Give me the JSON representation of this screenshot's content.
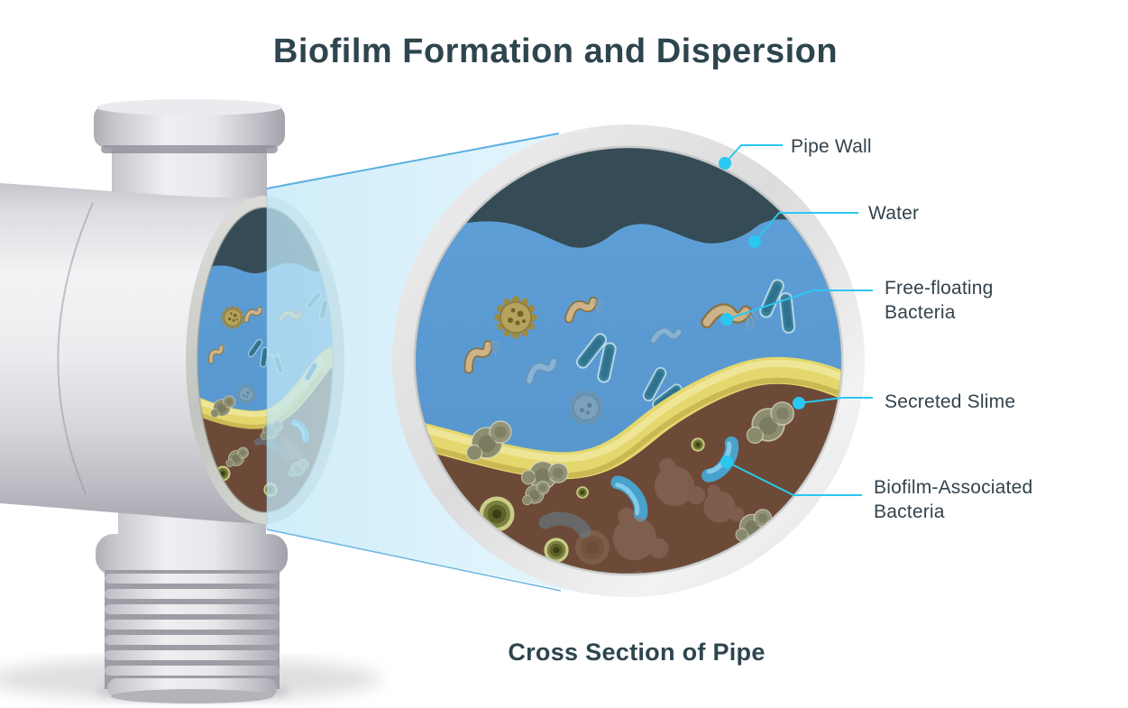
{
  "title": "Biofilm Formation and Dispersion",
  "caption": "Cross Section of Pipe",
  "colors": {
    "accent": "#2bc7f1",
    "heading_text": "#2e454e",
    "label_text": "#33424b",
    "pipe_metal": "#d6d6da",
    "cross_section_ring": "#d4d4d6",
    "headspace": "#354b55",
    "water": "#5d9ed6",
    "slime": "#e4d76e",
    "slime_shadow": "#c3ae49",
    "biofilm": "#6d4a38",
    "free_floating_rod": "#3a819e",
    "biofilm_rod": "#49a2cc",
    "tan_bacterium": "#ccb488",
    "beam": "#c5eaf8"
  },
  "labels": [
    {
      "id": "pipe-wall",
      "text": "Pipe Wall"
    },
    {
      "id": "water",
      "text": "Water"
    },
    {
      "id": "free-floating-bacteria",
      "text": "Free-floating\nBacteria"
    },
    {
      "id": "secreted-slime",
      "text": "Secreted Slime"
    },
    {
      "id": "biofilm-associated-bacteria",
      "text": "Biofilm-Associated\nBacteria"
    }
  ]
}
